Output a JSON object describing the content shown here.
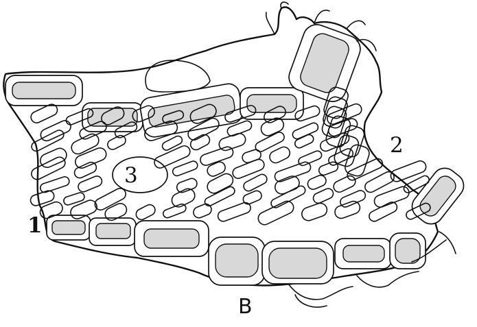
{
  "figure": {
    "labels": {
      "one": "1",
      "two": "2",
      "three": "3",
      "panel": "B"
    }
  }
}
